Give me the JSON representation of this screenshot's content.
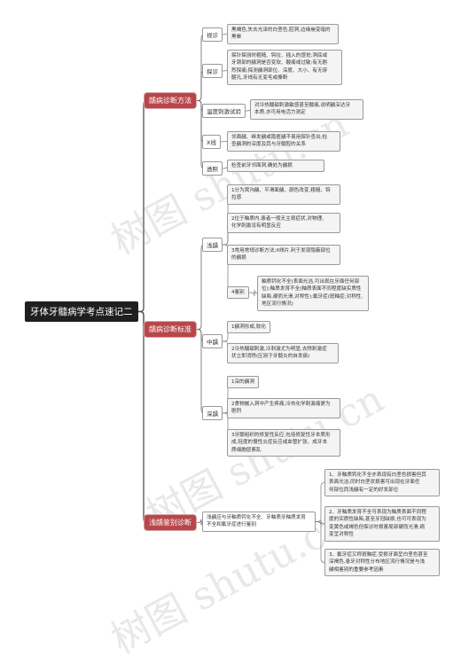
{
  "root": {
    "label": "牙体牙髓病学考点速记二"
  },
  "branches": [
    {
      "label": "龋病诊断方法",
      "items": [
        {
          "label": "视诊",
          "text": "黑褐色,失去光泽的白垩色,腔洞,边缘崩变暗的\n黑晕"
        },
        {
          "label": "探诊",
          "text": "探针探测时粗糙、钩拉、插入的感觉;洞底或\n牙颈部的龋洞是否变软、酸痛或过敏;有无剧\n烈探痛;探测龋洞部位、深度、大小、有无穿\n髓孔,牙线有无变毛或撕断"
        },
        {
          "label": "温度刺激试验",
          "text": "对冷热酸甜刺激敏感甚至酸痛,说明龋深达牙\n本质,亦可用电活力测定"
        },
        {
          "label": "X线",
          "text": "邻面龋、继发龋或隐匿龋不易用探针查出;检\n查龋洞的深度及其与牙髓腔的关系"
        },
        {
          "label": "透照",
          "text": "检查前牙邻面洞,确处为龋损"
        }
      ]
    },
    {
      "label": "龋病诊断标准",
      "items": [
        {
          "label": "浅龋",
          "leaves": [
            "1分为窝沟龋、平滑面龋、颜色改变,粗糙、钩\n拉感",
            "2位于釉质内,患者一般无主观症状,对物理、\n化学刺激没有明显反应",
            "3常用常规诊断方法;X线片,利于发现隐蔽部位\n的龋损",
            "4鉴别"
          ],
          "aside": "釉质钙化不全(表面光洁,可出现在牙面任何部\n位);釉质发育不全(釉质表面不同程度缺实质性\n缺陷,硬而光滑,对称性);氟牙症(斑釉症;对称性,\n地区流行情况)"
        },
        {
          "label": "中龋",
          "leaves": [
            "1龋洞形成,软化",
            "2冷热酸甜刺激,冷刺激尤为明显,去除刺激症\n状立即消除(区别于牙髓炎的自发痛)"
          ]
        },
        {
          "label": "深龋",
          "leaves": [
            "1深的龋洞",
            "2食物嵌入洞中产生疼痛;冷热化学刺激痛更为\n剧烈",
            "3牙髓组织的修复性反应,包括修复性牙本质形\n成,轻度的慢性炎症反应或血管扩张、成牙本\n质细胞层紊乱"
          ]
        }
      ]
    },
    {
      "label": "浅龋鉴别诊断",
      "sub": "浅龋应与牙釉质钙化不全、牙釉质牙釉质发育\n不全和氟牙症进行鉴别",
      "leaves": [
        "1、牙釉质钙化不全亦表现有白垩色损害但其\n表面光洁,同时白垩状损害可出现在牙面任\n何部位而浅龋有一定的好发部位",
        "2、牙釉质发育不全可表现为釉质表面不同程\n度的实质性缺陷,甚至牙冠缺损,也可可表现为\n变黄色或褐色但探诊时损害局部硬而光滑,病\n变呈对称性",
        "3、氟牙症又称斑釉症,受损牙面呈白垩色甚至\n深褐色,患牙对称性分布地区流行情况是与浅\n龋相鉴别的重要参考因素"
      ]
    }
  ],
  "watermarks": [
    "树图 shutu.cn",
    "树图 shutu.cn",
    "树图 shutu.cn"
  ]
}
